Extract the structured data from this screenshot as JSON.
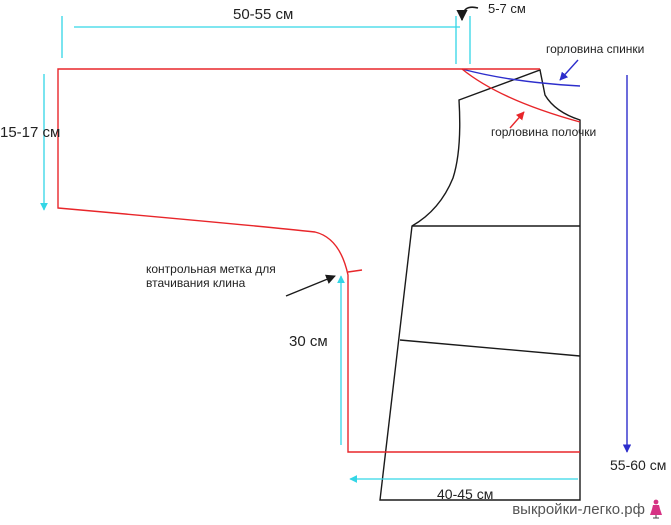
{
  "labels": {
    "sleeve_width": "50-55 см",
    "shoulder_drop": "5-7 см",
    "sleeve_depth": "15-17 см",
    "gusset_height": "30 см",
    "hem_width": "40-45 см",
    "length": "55-60 см",
    "back_neckline": "горловина спинки",
    "front_neckline": "горловина полочки",
    "control_mark": "контрольная метка для втачивания клина"
  },
  "watermark": {
    "text": "выкройки-легко.рф",
    "icon": "dress-mannequin-icon"
  },
  "colors": {
    "sleeve_outline": "#e8262a",
    "body_outline": "#1a1a1a",
    "measure_lines": "#33d6e6",
    "length_arrow": "#2d2ecc",
    "back_neck_line": "#2d2ecc",
    "pointer_arrow": "#1a1a1a"
  }
}
